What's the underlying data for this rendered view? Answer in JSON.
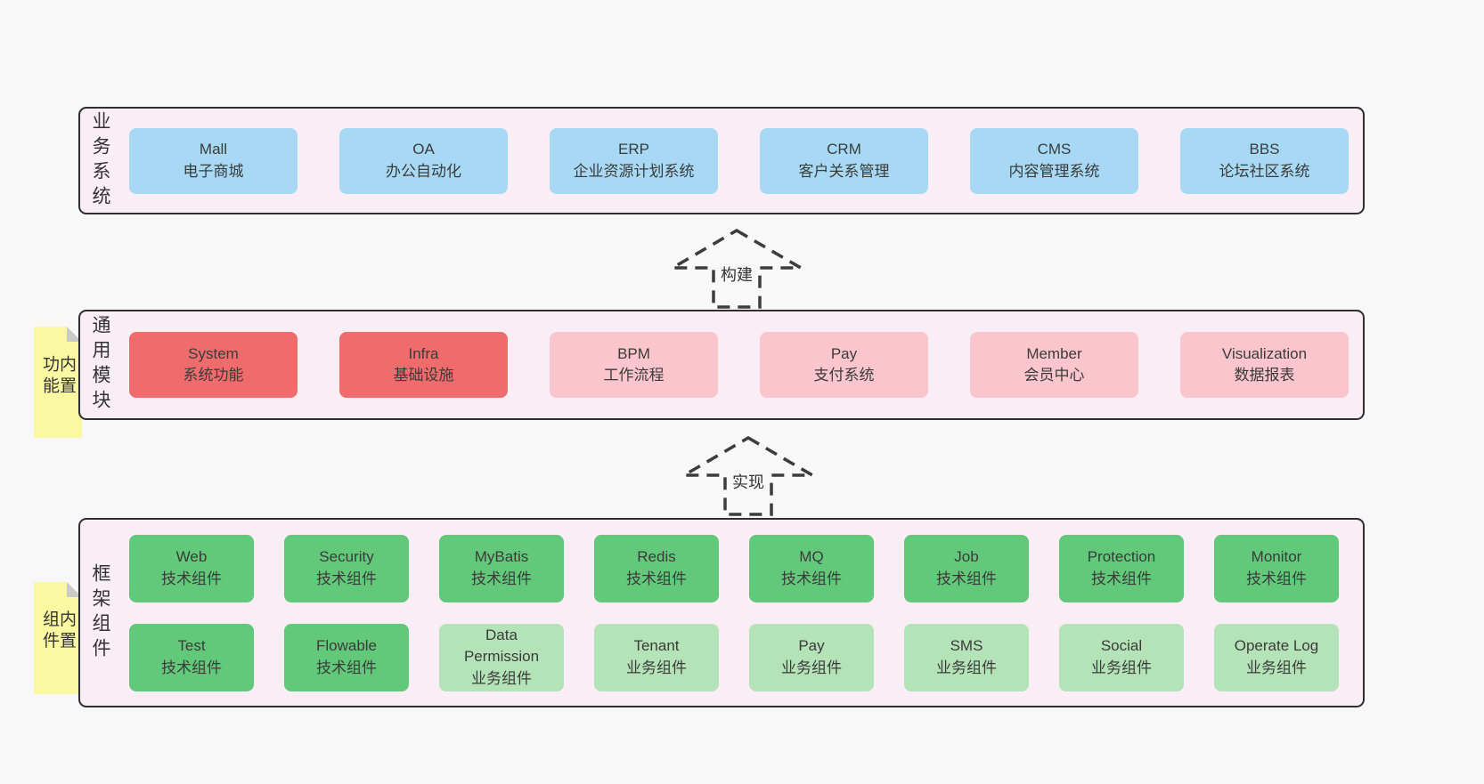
{
  "colors": {
    "page_bg": "#f8f8f8",
    "panel_bg": "#f9edf6",
    "panel_border": "#2f2f2f",
    "blue": "#a7d9f4",
    "red": "#f06c6c",
    "pink": "#fac5cd",
    "green": "#62c87a",
    "lightgreen": "#b5e3b8",
    "tag_bg": "#fbf8a2",
    "tag_fold": "#c9c9c9",
    "text": "#3b3b3b"
  },
  "arrows": [
    {
      "label": "构建"
    },
    {
      "label": "实现"
    }
  ],
  "layers": [
    {
      "label": "业务系统",
      "boxes": [
        {
          "title": "Mall",
          "subtitle": "电子商城",
          "color": "blue"
        },
        {
          "title": "OA",
          "subtitle": "办公自动化",
          "color": "blue"
        },
        {
          "title": "ERP",
          "subtitle": "企业资源计划系统",
          "color": "blue"
        },
        {
          "title": "CRM",
          "subtitle": "客户关系管理",
          "color": "blue"
        },
        {
          "title": "CMS",
          "subtitle": "内容管理系统",
          "color": "blue"
        },
        {
          "title": "BBS",
          "subtitle": "论坛社区系统",
          "color": "blue"
        }
      ]
    },
    {
      "label": "通用模块",
      "tag": "内置功能",
      "boxes": [
        {
          "title": "System",
          "subtitle": "系统功能",
          "color": "red"
        },
        {
          "title": "Infra",
          "subtitle": "基础设施",
          "color": "red"
        },
        {
          "title": "BPM",
          "subtitle": "工作流程",
          "color": "pink"
        },
        {
          "title": "Pay",
          "subtitle": "支付系统",
          "color": "pink"
        },
        {
          "title": "Member",
          "subtitle": "会员中心",
          "color": "pink"
        },
        {
          "title": "Visualization",
          "subtitle": "数据报表",
          "color": "pink"
        }
      ]
    },
    {
      "label": "框架组件",
      "tag": "内置组件",
      "rows": [
        [
          {
            "title": "Web",
            "subtitle": "技术组件",
            "color": "green"
          },
          {
            "title": "Security",
            "subtitle": "技术组件",
            "color": "green"
          },
          {
            "title": "MyBatis",
            "subtitle": "技术组件",
            "color": "green"
          },
          {
            "title": "Redis",
            "subtitle": "技术组件",
            "color": "green"
          },
          {
            "title": "MQ",
            "subtitle": "技术组件",
            "color": "green"
          },
          {
            "title": "Job",
            "subtitle": "技术组件",
            "color": "green"
          },
          {
            "title": "Protection",
            "subtitle": "技术组件",
            "color": "green"
          },
          {
            "title": "Monitor",
            "subtitle": "技术组件",
            "color": "green"
          }
        ],
        [
          {
            "title": "Test",
            "subtitle": "技术组件",
            "color": "green"
          },
          {
            "title": "Flowable",
            "subtitle": "技术组件",
            "color": "green"
          },
          {
            "title": "Data Permission",
            "subtitle": "业务组件",
            "color": "lightgreen"
          },
          {
            "title": "Tenant",
            "subtitle": "业务组件",
            "color": "lightgreen"
          },
          {
            "title": "Pay",
            "subtitle": "业务组件",
            "color": "lightgreen"
          },
          {
            "title": "SMS",
            "subtitle": "业务组件",
            "color": "lightgreen"
          },
          {
            "title": "Social",
            "subtitle": "业务组件",
            "color": "lightgreen"
          },
          {
            "title": "Operate Log",
            "subtitle": "业务组件",
            "color": "lightgreen"
          }
        ]
      ]
    }
  ]
}
